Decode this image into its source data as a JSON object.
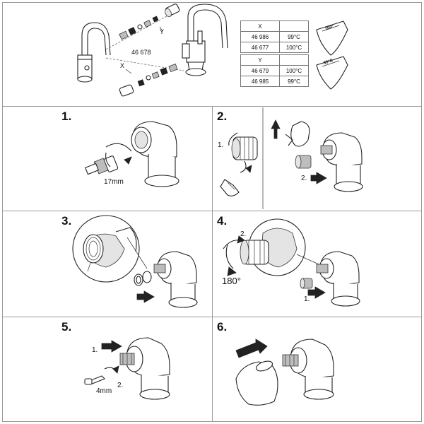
{
  "header": {
    "part_number": "46 678",
    "x_marker": "X",
    "y_marker": "Y",
    "table_x": {
      "header": "X",
      "rows": [
        {
          "code": "46 986",
          "temp": "99°C"
        },
        {
          "code": "46 677",
          "temp": "100°C"
        }
      ]
    },
    "table_y": {
      "header": "Y",
      "rows": [
        {
          "code": "46 679",
          "temp": "100°C"
        },
        {
          "code": "46 985",
          "temp": "99°C"
        }
      ]
    },
    "dial_top_label": "100°",
    "dial_bottom_label": "99°C"
  },
  "steps": [
    {
      "number": "1.",
      "annotations": {
        "wrench": "17mm"
      }
    },
    {
      "number": "2.",
      "annotations": {
        "sub1": "1.",
        "sub2": "2."
      }
    },
    {
      "number": "3."
    },
    {
      "number": "4.",
      "annotations": {
        "sub1": "1.",
        "sub2": "2.",
        "angle": "180°"
      }
    },
    {
      "number": "5.",
      "annotations": {
        "sub1": "1.",
        "sub2": "2.",
        "hex": "4mm"
      }
    },
    {
      "number": "6."
    }
  ]
}
